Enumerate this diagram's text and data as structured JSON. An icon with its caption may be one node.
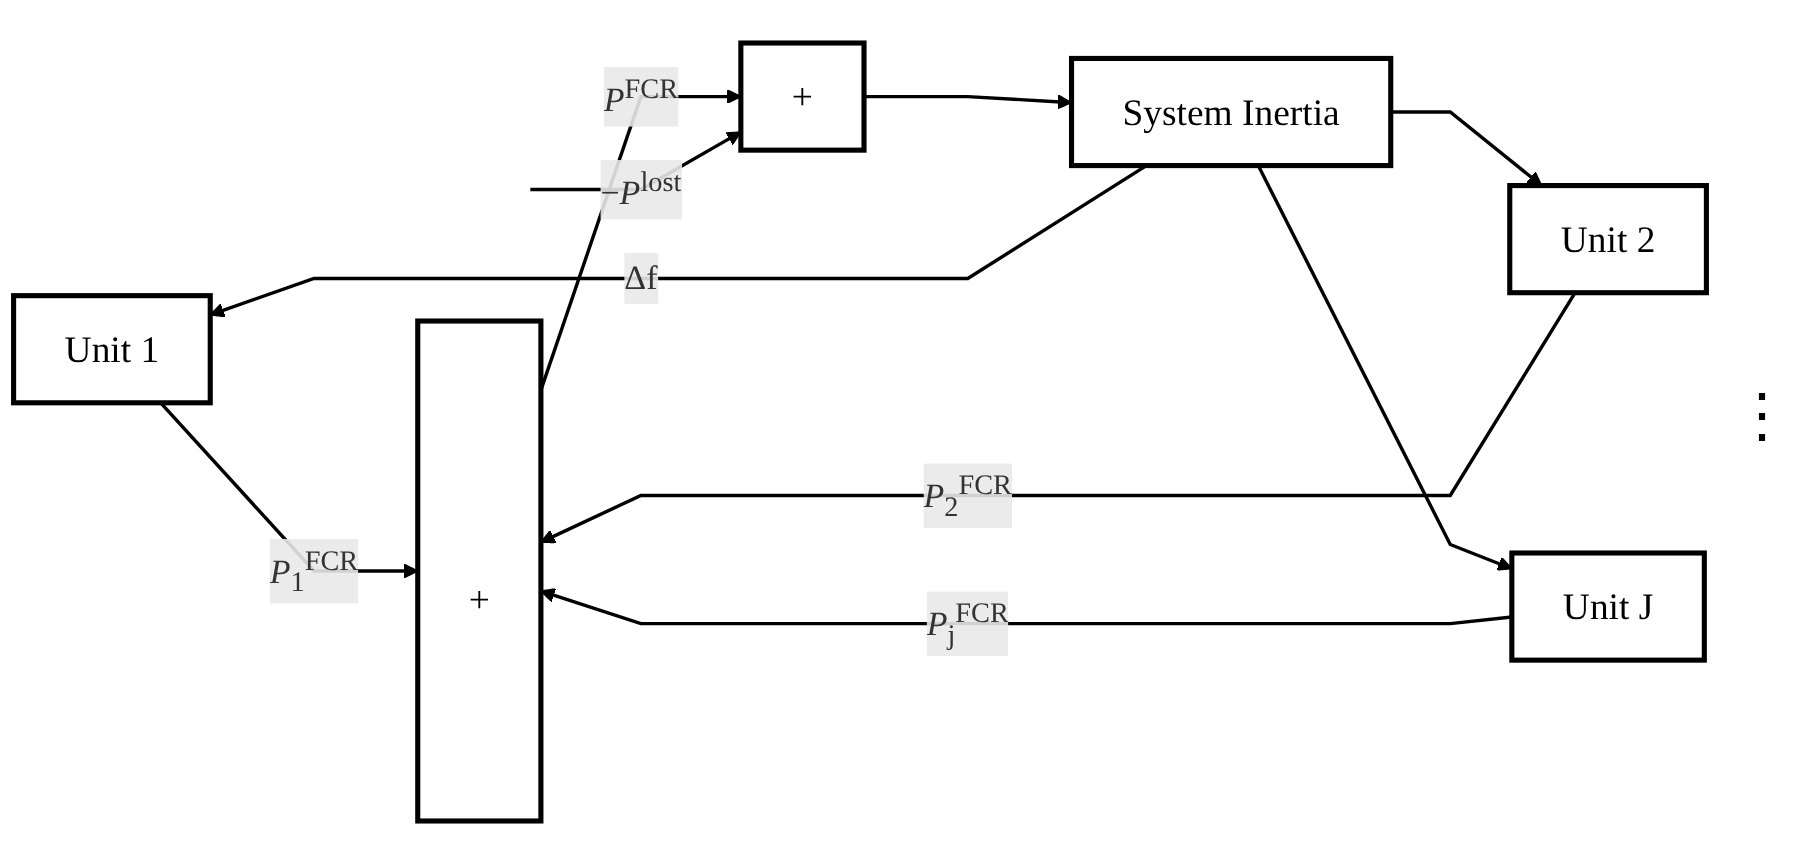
{
  "diagram": {
    "nodes": [
      {
        "text": [
          "Unit 1"
        ]
      },
      {
        "text": [
          "Unit 2"
        ]
      },
      {
        "text": [
          "Unit J"
        ]
      },
      {
        "text": [
          "+"
        ]
      },
      {
        "text": [
          "+"
        ]
      },
      {
        "text": [
          "System Inertia"
        ]
      }
    ],
    "edges": [
      {
        "from": 0,
        "to": 3,
        "arrow": "to",
        "label": "*P*$_{1}$$^{FCR}$"
      },
      {
        "from": 1,
        "to": 3,
        "arrow": "to",
        "label": "*P*$_{2}$$^{FCR}$"
      },
      {
        "from": 2,
        "to": 3,
        "arrow": "to",
        "label": "*P*$_{j}$$^{FCR}$"
      },
      {
        "from": 3,
        "to": 4,
        "arrow": "to",
        "label": "*P*$^{FCR}$"
      },
      {
        "from": null,
        "to": 4,
        "arrow": "to",
        "label": "−*P*$^{lost}$"
      },
      {
        "from": 4,
        "to": 5,
        "arrow": "to"
      },
      {
        "from": 5,
        "to": 0,
        "arrow": "to",
        "label": "Δf"
      },
      {
        "from": 5,
        "to": 1,
        "arrow": "to"
      },
      {
        "from": 5,
        "to": 2,
        "arrow": "to"
      }
    ],
    "labels": [
      "⋮"
    ]
  }
}
